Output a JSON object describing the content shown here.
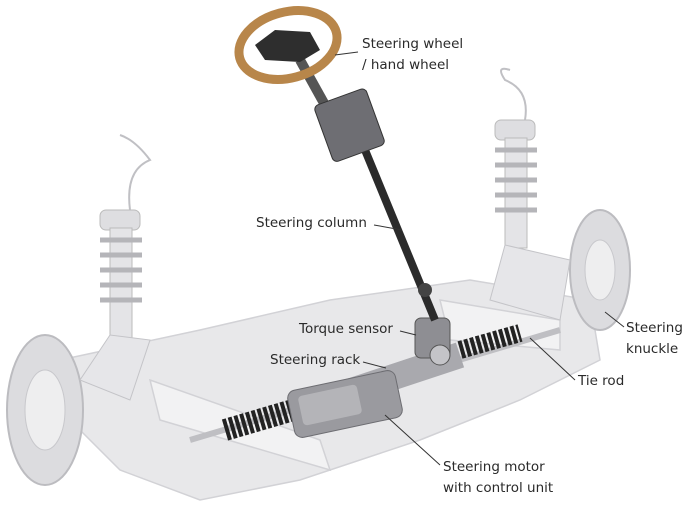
{
  "labels": {
    "steering_wheel": [
      "Steering wheel",
      "/ hand wheel"
    ],
    "steering_column": "Steering column",
    "torque_sensor": "Torque sensor",
    "steering_rack": "Steering rack",
    "steering_knuckle": [
      "Steering",
      "knuckle"
    ],
    "tie_rod": "Tie rod",
    "steering_motor": [
      "Steering motor",
      "with control unit"
    ]
  },
  "colors": {
    "wheel_rim": "#b8864a",
    "chassis": "#e6e6e8",
    "dark_parts": "#2b2b2b",
    "label_text": "#2a2a2a"
  }
}
